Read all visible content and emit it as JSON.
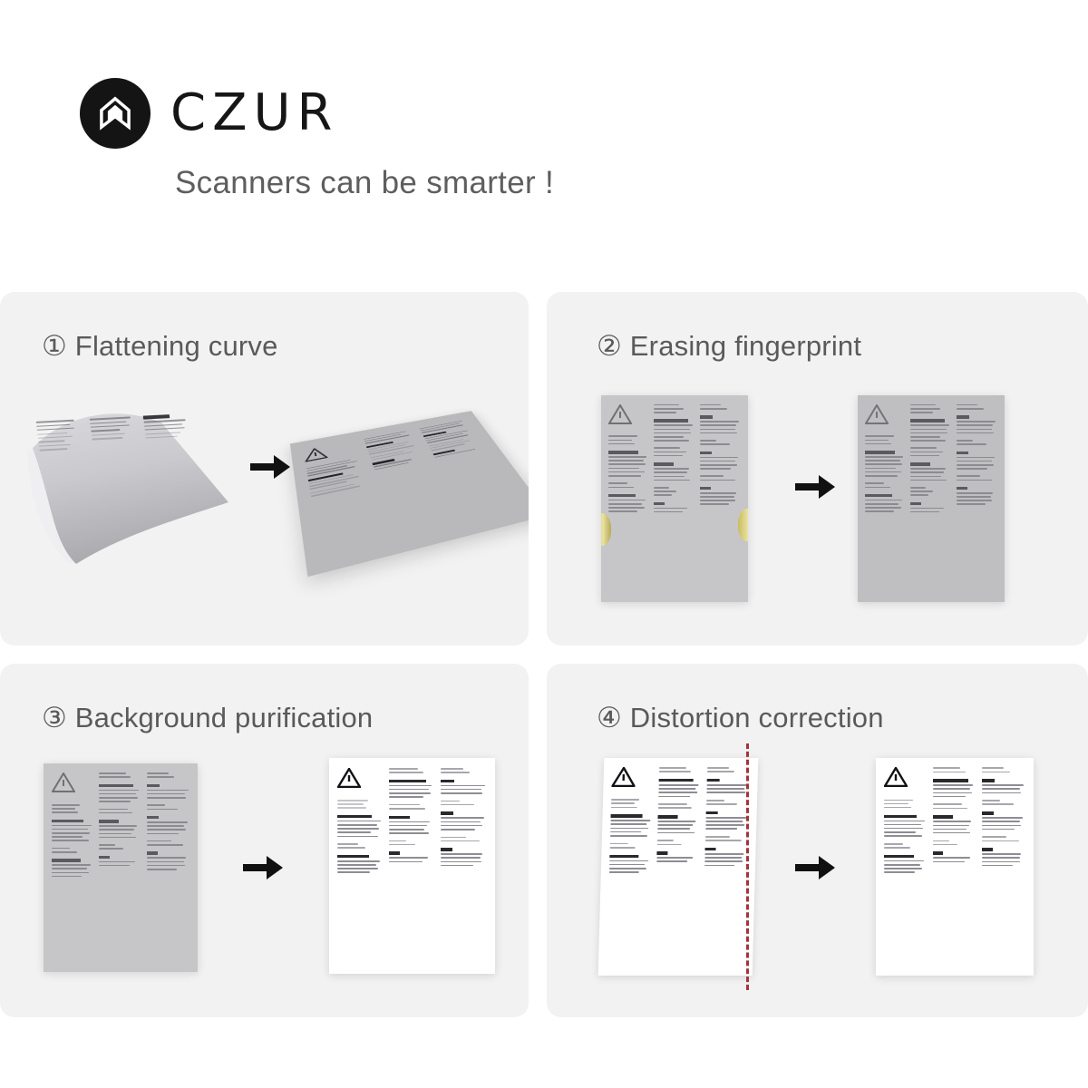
{
  "brand": {
    "name": "CZUR",
    "logo_icon": "czur-open-book-logo-icon",
    "tagline": "Scanners can be smarter !"
  },
  "cards": [
    {
      "id": "flattening-curve",
      "title": "① Flattening curve",
      "number": "①",
      "label": "Flattening curve",
      "before_alt": "curved warped document sheet",
      "after_alt": "flattened document sheet in perspective",
      "arrow_icon": "right-arrow-icon"
    },
    {
      "id": "erasing-fingerprint",
      "title": "② Erasing fingerprint",
      "number": "②",
      "label": "Erasing fingerprint",
      "before_alt": "document page held by two thumbs at the edges",
      "after_alt": "document page with thumbs erased",
      "arrow_icon": "right-arrow-icon"
    },
    {
      "id": "background-purification",
      "title": "③ Background purification",
      "number": "③",
      "label": "Background purification",
      "before_alt": "document photo with gray dingy background",
      "after_alt": "document with clean pure white background",
      "arrow_icon": "right-arrow-icon"
    },
    {
      "id": "distortion-correction",
      "title": "④ Distortion correction",
      "number": "④",
      "label": "Distortion correction",
      "before_alt": "skewed document page beside a red dashed reference line",
      "after_alt": "document page with distortion corrected",
      "arrow_icon": "right-arrow-icon"
    }
  ],
  "colors": {
    "page_background": "#ffffff",
    "card_background": "#f2f2f2",
    "title_text": "#5a5a5a",
    "tagline_text": "#5e5e5e",
    "brand_text": "#161616",
    "logo_circle": "#141414",
    "arrow": "#111111",
    "guide_line": "#a4333a"
  }
}
